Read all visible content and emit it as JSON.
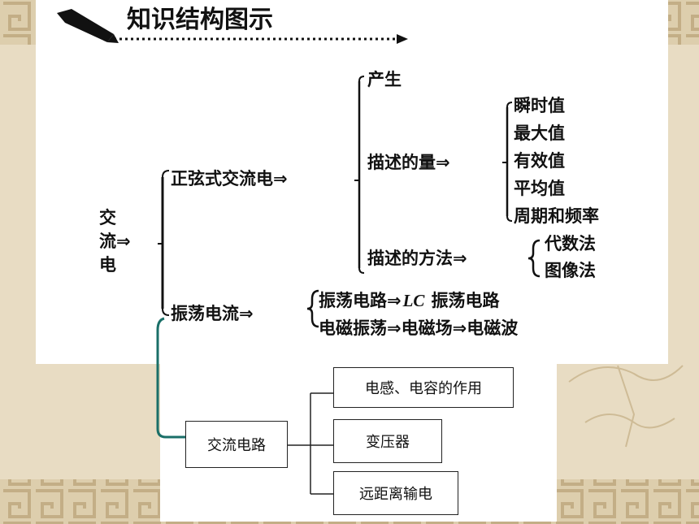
{
  "title": "知识结构图示",
  "root": [
    "交",
    "流",
    "电"
  ],
  "root_arrow": "⇒",
  "branch1": "正弦式交流电⇒",
  "b1_items": {
    "produce": "产生",
    "describe_qty": "描述的量⇒",
    "describe_method": "描述的方法⇒"
  },
  "quantities": [
    "瞬时值",
    "最大值",
    "有效值",
    "平均值",
    "周期和频率"
  ],
  "methods": [
    "代数法",
    "图像法"
  ],
  "branch2": "振荡电流⇒",
  "oscillation": {
    "line1_a": "振荡电路⇒",
    "line1_lc": "LC",
    "line1_b": "振荡电路",
    "line2": "电磁振荡⇒电磁场⇒电磁波"
  },
  "ac_circuit": {
    "root": "交流电路",
    "items": [
      "电感、电容的作用",
      "变压器",
      "远距离输电"
    ]
  }
}
